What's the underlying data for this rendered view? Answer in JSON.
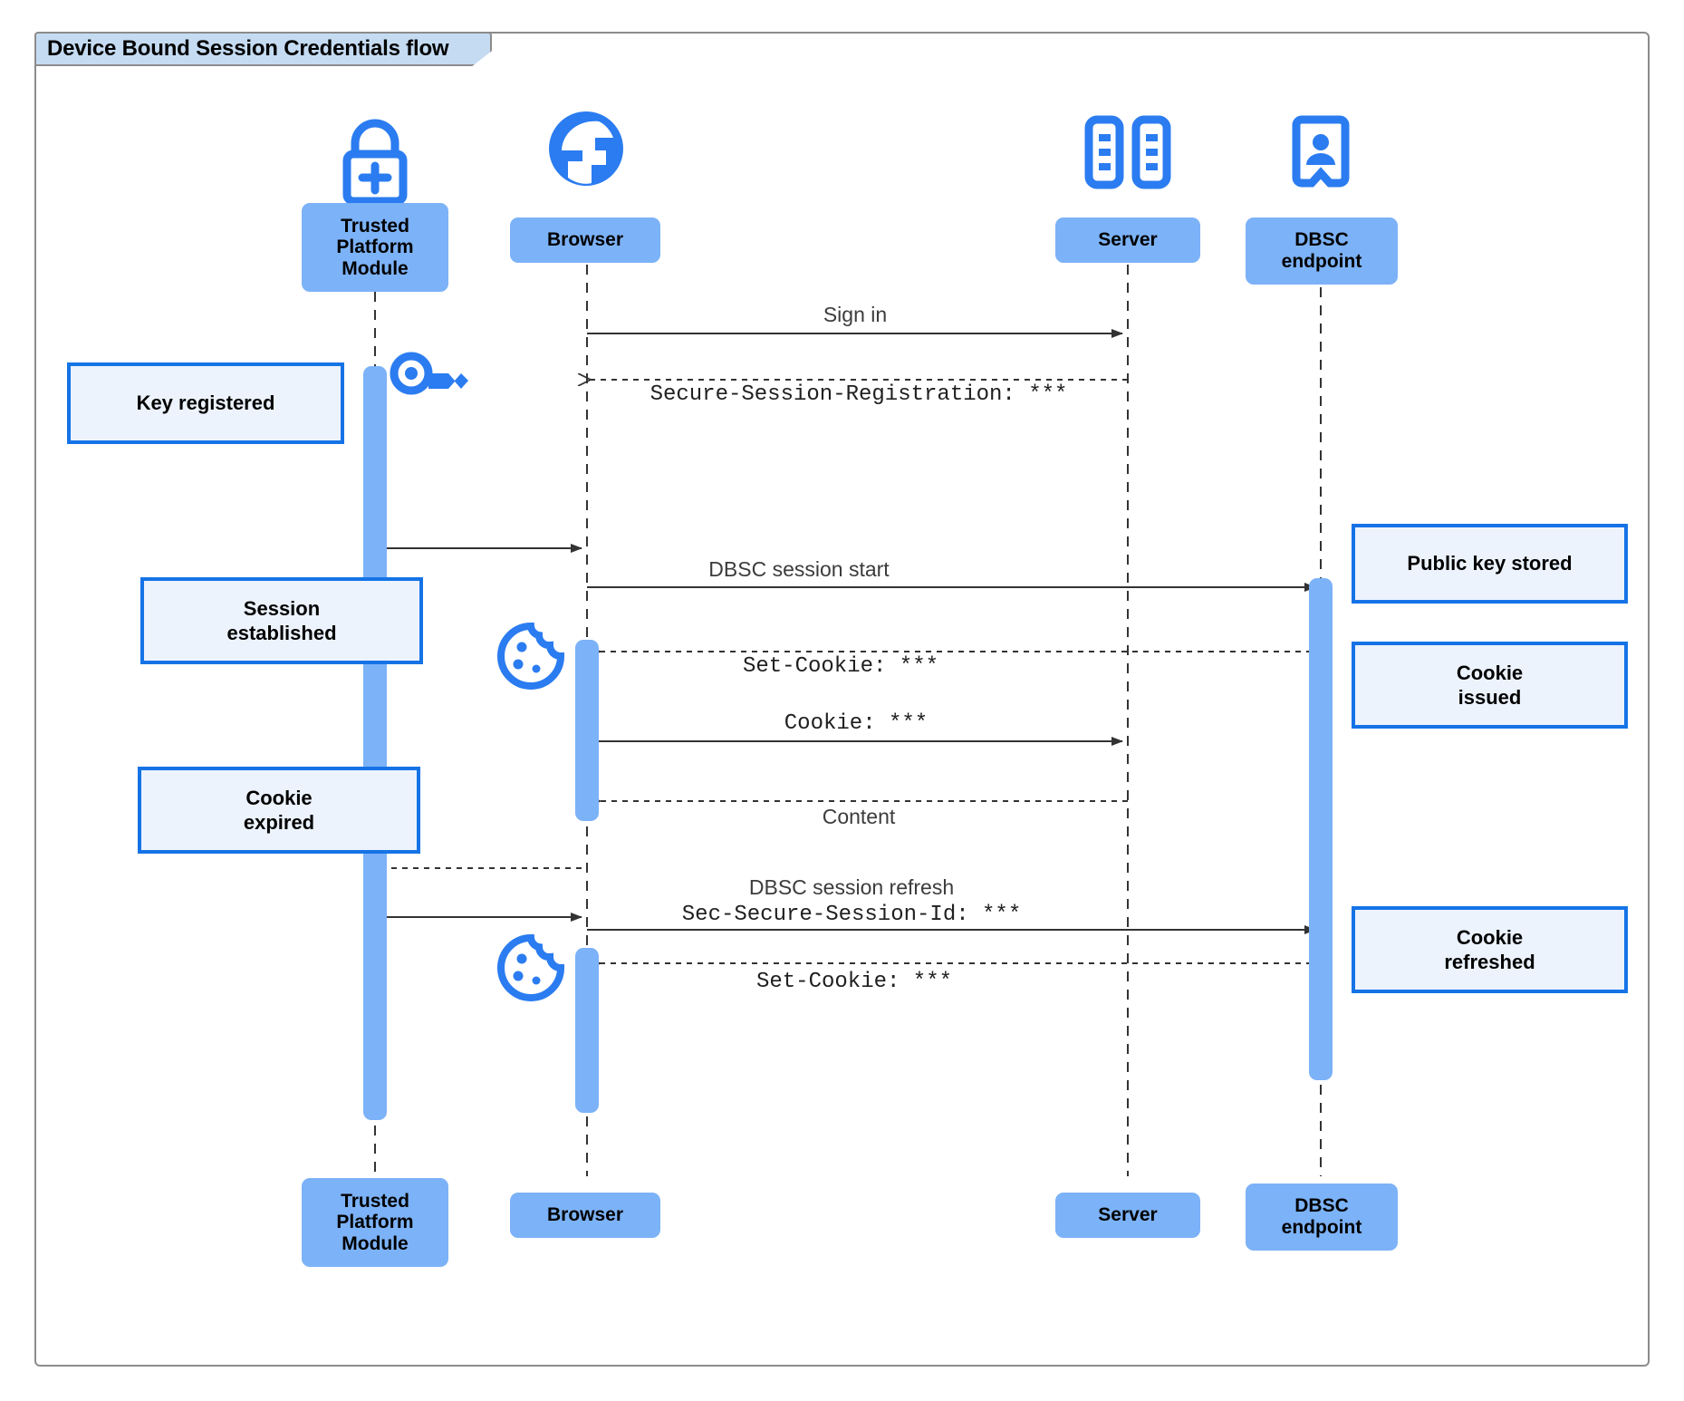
{
  "diagram": {
    "type": "uml-sequence",
    "frame_title": "Device Bound Session Credentials flow",
    "accent_colors": {
      "frame_border": "#8c8c8c",
      "title_fill": "#c5dbf2",
      "participant_fill": "#7cb2f7",
      "note_border": "#1573e6",
      "note_fill": "#ecf3fd",
      "icon_blue": "#2b7cf0",
      "activation_fill": "#7cb2f7",
      "arrow": "#333333"
    }
  },
  "participants": [
    {
      "id": "tpm",
      "label": "Trusted\nPlatform\nModule",
      "icon": "lock-plus-icon"
    },
    {
      "id": "browser",
      "label": "Browser",
      "icon": "globe-icon"
    },
    {
      "id": "server",
      "label": "Server",
      "icon": "server-rack-icon"
    },
    {
      "id": "dbsc",
      "label": "DBSC\nendpoint",
      "icon": "id-badge-icon"
    }
  ],
  "messages": [
    {
      "id": "m1",
      "label": "Sign in",
      "style": "sans",
      "arrow": "solid",
      "from": "browser",
      "to": "server"
    },
    {
      "id": "m2",
      "label": "Secure-Session-Registration: ***",
      "style": "mono",
      "arrow": "dashed",
      "from": "server",
      "to": "browser"
    },
    {
      "id": "m3",
      "label": "",
      "style": "sans",
      "arrow": "solid",
      "from": "tpm",
      "to": "browser"
    },
    {
      "id": "m4",
      "label": "DBSC session start",
      "style": "sans",
      "arrow": "solid",
      "from": "browser",
      "to": "dbsc"
    },
    {
      "id": "m5",
      "label": "Set-Cookie: ***",
      "style": "mono",
      "arrow": "dashed",
      "from": "dbsc",
      "to": "browser"
    },
    {
      "id": "m6",
      "label": "Cookie: ***",
      "style": "mono",
      "arrow": "solid",
      "from": "browser",
      "to": "server"
    },
    {
      "id": "m7",
      "label": "Content",
      "style": "sans",
      "arrow": "dashed",
      "from": "server",
      "to": "browser"
    },
    {
      "id": "m8",
      "label": "",
      "style": "sans",
      "arrow": "dashed",
      "from": "browser",
      "to": "tpm"
    },
    {
      "id": "m9a",
      "label": "DBSC session refresh",
      "style": "sans",
      "arrow": "none",
      "from": "browser",
      "to": "dbsc"
    },
    {
      "id": "m9b",
      "label": "Sec-Secure-Session-Id: ***",
      "style": "mono",
      "arrow": "solid",
      "from": "browser",
      "to": "dbsc"
    },
    {
      "id": "m9c",
      "label": "",
      "style": "sans",
      "arrow": "solid",
      "from": "tpm",
      "to": "browser"
    },
    {
      "id": "m10",
      "label": "Set-Cookie: ***",
      "style": "mono",
      "arrow": "dashed",
      "from": "dbsc",
      "to": "browser"
    }
  ],
  "notes": [
    {
      "id": "n1",
      "label": "Key registered",
      "side": "left"
    },
    {
      "id": "n2",
      "label": "Session\nestablished",
      "side": "left"
    },
    {
      "id": "n3",
      "label": "Cookie\nexpired",
      "side": "left"
    },
    {
      "id": "n4",
      "label": "Public key stored",
      "side": "right"
    },
    {
      "id": "n5",
      "label": "Cookie\nissued",
      "side": "right"
    },
    {
      "id": "n6",
      "label": "Cookie\nrefreshed",
      "side": "right"
    }
  ],
  "inline_icons": [
    {
      "id": "key1",
      "name": "key-icon",
      "near": "tpm"
    },
    {
      "id": "cookie1",
      "name": "cookie-icon",
      "near": "browser"
    },
    {
      "id": "cookie2",
      "name": "cookie-icon",
      "near": "browser"
    }
  ]
}
